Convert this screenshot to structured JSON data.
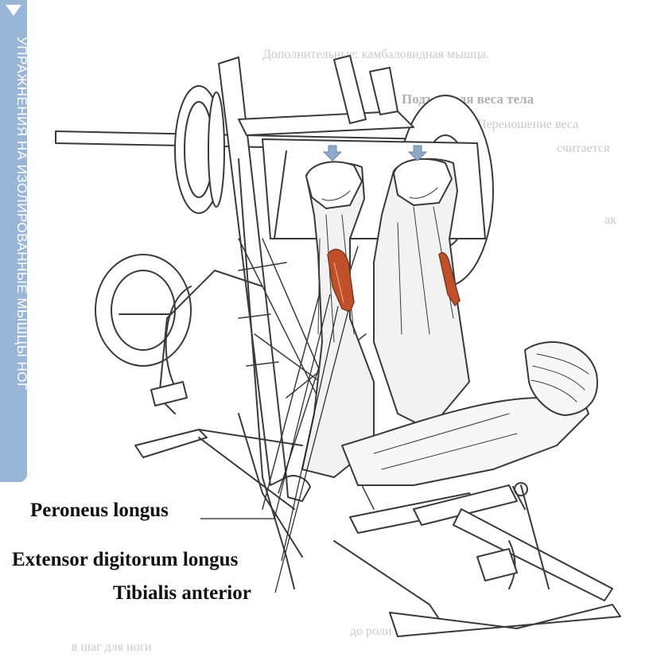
{
  "side_tab": {
    "text": "УПРАЖНЕНИЯ НА ИЗОЛИРОВАННЫЕ МЫШЦЫ НОГ",
    "color": "#9ab6d6"
  },
  "labels": {
    "peroneus": "Peroneus longus",
    "extensor": "Extensor digitorum longus",
    "tibialis": "Tibialis anterior"
  },
  "colors": {
    "line": "#3a3a3a",
    "muscle_red": "#c0502a",
    "muscle_dark": "#7a3b24",
    "arrow_blue": "#8fa8c8"
  }
}
